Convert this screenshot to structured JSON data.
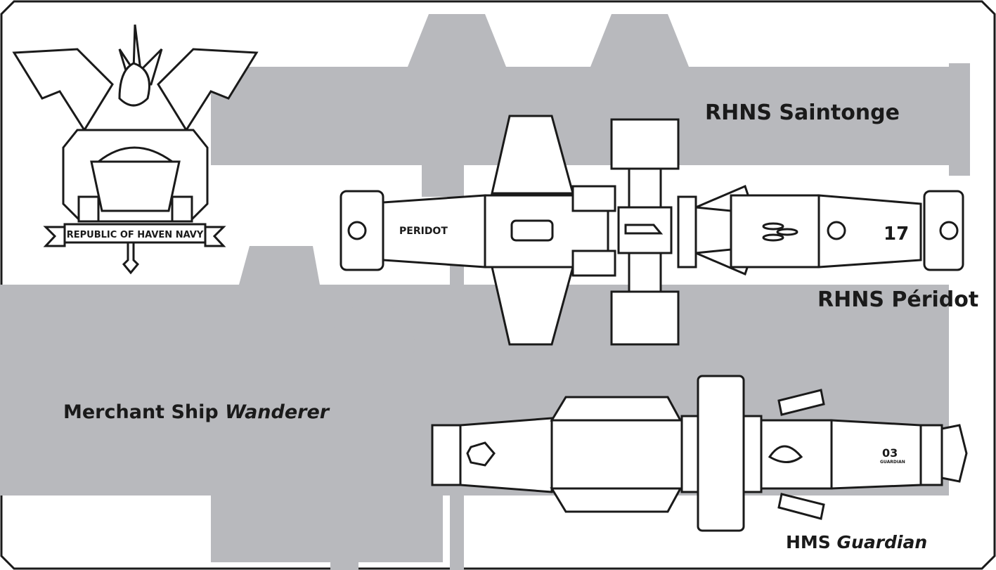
{
  "emblem": {
    "banner_text": "REPUBLIC OF HAVEN NAVY"
  },
  "ships": {
    "saintonge": {
      "label": "RHNS Saintonge"
    },
    "peridot": {
      "label": "RHNS Péridot",
      "hull_name": "PERIDOT",
      "hull_number": "17"
    },
    "wanderer": {
      "label_prefix": "Merchant Ship ",
      "label_name": "Wanderer"
    },
    "guardian": {
      "label_prefix": "HMS ",
      "label_name": "Guardian",
      "hull_number": "03",
      "hull_name": "GUARDIAN"
    }
  },
  "colors": {
    "silhouette": "#b8b9bd",
    "line": "#1a1a1a",
    "background": "#ffffff"
  }
}
